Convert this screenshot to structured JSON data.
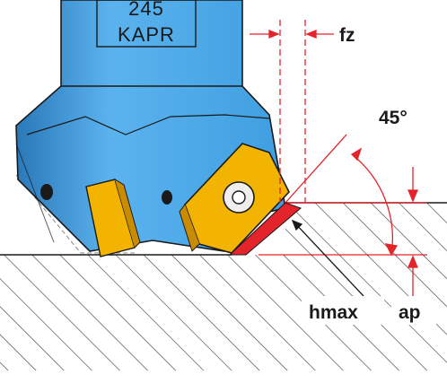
{
  "diagram": {
    "stamp": {
      "line1": "245",
      "line2": "KAPR"
    },
    "labels": {
      "feed_per_tooth": "fz",
      "entering_angle": "45°",
      "max_chip_thickness": "hmax",
      "depth_of_cut": "ap"
    },
    "colors": {
      "tool_body": "#3f9ee0",
      "tool_body_dark": "#2a78b8",
      "insert": "#f2b400",
      "insert_dark": "#c98c00",
      "chip": "#e3242b",
      "dimension_lines": "#e3242b",
      "hatch": "#444444",
      "outline": "#1a1a1a"
    }
  }
}
